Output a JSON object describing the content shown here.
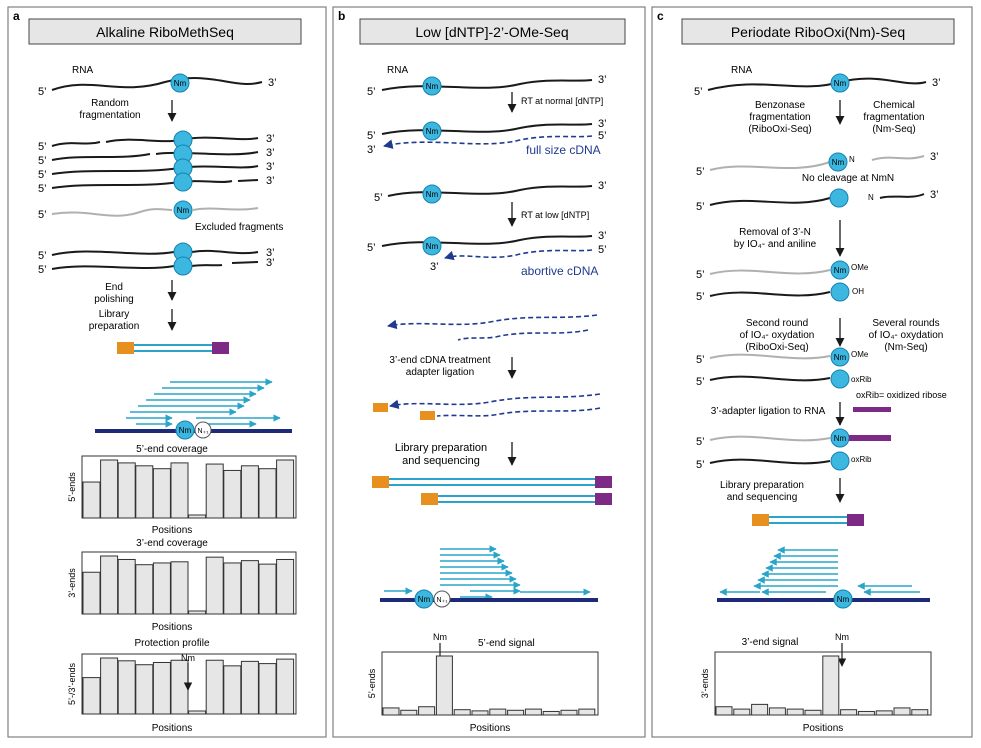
{
  "colors": {
    "panel_border": "#808080",
    "title_fill": "#e6e6e6",
    "strand": "#1a1a1a",
    "grey_strand": "#b0b0b0",
    "nm_fill": "#3bb7e0",
    "nm_stroke": "#1681b0",
    "dash": "#1f3a8f",
    "teal": "#2aa5c9",
    "orange": "#e8901f",
    "purple": "#7d2a86",
    "navy": "#1c2a78",
    "bar_fill": "#e6e6e6",
    "bar_stroke": "#333333"
  },
  "common": {
    "nm": "Nm",
    "p5": "5’",
    "p3": "3’",
    "rna": "RNA",
    "nplus": "N₊₁",
    "positions": "Positions"
  },
  "panel_a": {
    "letter": "a",
    "title": "Alkaline RiboMethSeq",
    "random_l1": "Random",
    "random_l2": "fragmentation",
    "excluded": "Excluded fragments",
    "end_l1": "End",
    "end_l2": "polishing",
    "lib_l1": "Library",
    "lib_l2": "preparation",
    "cov5_title": "5’-end coverage",
    "cov5_ylabel": "5’-ends",
    "cov3_title": "3’-end coverage",
    "cov3_ylabel": "3’-ends",
    "prot_title": "Protection profile",
    "prot_ylabel": "5’-/3’-ends",
    "cov5_values": [
      0.62,
      1.0,
      0.95,
      0.9,
      0.85,
      0.95,
      0.05,
      0.93,
      0.82,
      0.9,
      0.85,
      1.0
    ],
    "cov3_values": [
      0.72,
      1.0,
      0.94,
      0.85,
      0.88,
      0.9,
      0.05,
      0.98,
      0.88,
      0.92,
      0.86,
      0.94
    ],
    "prot_values": [
      0.65,
      1.0,
      0.95,
      0.88,
      0.92,
      0.96,
      0.05,
      0.96,
      0.86,
      0.94,
      0.9,
      0.98
    ]
  },
  "panel_b": {
    "letter": "b",
    "title": "Low [dNTP]-2’-OMe-Seq",
    "rt_normal": "RT at normal [dNTP]",
    "full_size": "full size cDNA",
    "rt_low": "RT at low [dNTP]",
    "abortive": "abortive cDNA",
    "adapter_l1": "3’-end cDNA treatment",
    "adapter_l2": "adapter ligation",
    "lib_l1": "Library preparation",
    "lib_l2": "and sequencing",
    "signal_title": "5’-end signal",
    "ylabel": "5’-ends",
    "signal_values": [
      0.12,
      0.08,
      0.14,
      1.0,
      0.09,
      0.07,
      0.1,
      0.08,
      0.1,
      0.06,
      0.08,
      0.1
    ]
  },
  "panel_c": {
    "letter": "c",
    "title": "Periodate RiboOxi(Nm)-Seq",
    "benzonase_l1": "Benzonase",
    "benzonase_l2": "fragmentation",
    "benzonase_l3": "(RiboOxi-Seq)",
    "chemical_l1": "Chemical",
    "chemical_l2": "fragmentation",
    "chemical_l3": "(Nm-Seq)",
    "n": "N",
    "no_cleavage": "No cleavage at NmN",
    "removal_l1": "Removal of 3’-N",
    "removal_l2": "by IO₄- and aniline",
    "ome": "OMe",
    "oh": "OH",
    "second_l1": "Second round",
    "second_l2": "of IO₄- oxydation",
    "second_l3": "(RiboOxi-Seq)",
    "several_l1": "Several rounds",
    "several_l2": "of IO₄- oxydation",
    "several_l3": "(Nm-Seq)",
    "oxrib": "oxRib",
    "oxrib_legend": "oxRib= oxidized ribose",
    "adapter": "3’-adapter ligation to RNA",
    "lib_l1": "Library preparation",
    "lib_l2": "and sequencing",
    "signal_title": "3’-end signal",
    "ylabel": "3’-ends",
    "signal_values": [
      0.14,
      0.1,
      0.18,
      0.12,
      0.1,
      0.08,
      1.0,
      0.09,
      0.06,
      0.07,
      0.12,
      0.09
    ]
  }
}
